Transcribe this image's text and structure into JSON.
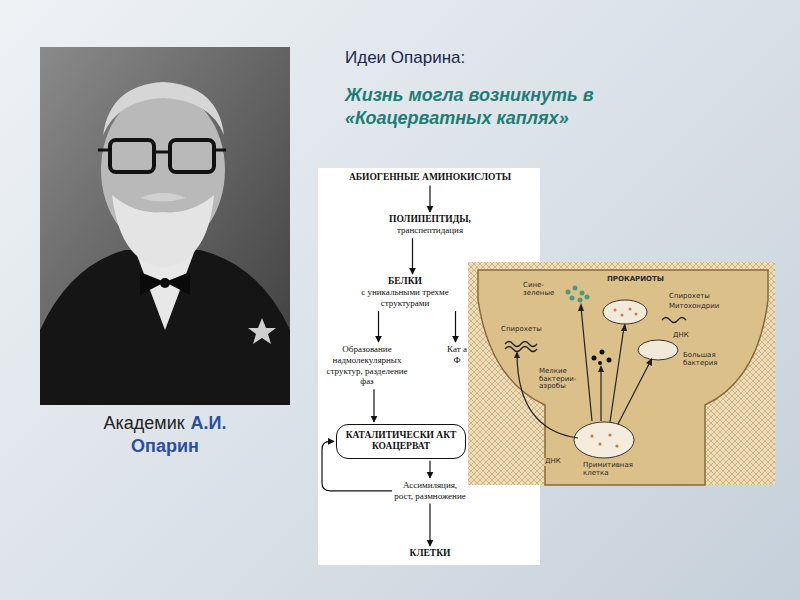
{
  "diagram": {
    "title": "Идеи Опарина:",
    "nodes": [
      {
        "text": [
          "АБИОГЕННЫЕ АМИНОКИСЛОТЫ"
        ]
      },
      {
        "text": [
          "ПОЛИПЕПТИДЫ,",
          "транспептидация"
        ]
      },
      {
        "text": [
          "БЕЛКИ",
          "с уникальными трехме структурами"
        ]
      },
      {
        "text": [
          "Образование надмолекулярных структур, разделение фаз"
        ]
      },
      {
        "text": [
          "Кат а Ф"
        ]
      },
      {
        "text": [
          "КАТАЛИТИЧЕСКИ АКТ КОАЦЕРВАТ"
        ]
      },
      {
        "text": [
          "Ассимиляция, рост, размножение"
        ]
      },
      {
        "text": [
          "КЛЕТКИ"
        ]
      }
    ],
    "edges": [
      {
        "from": 0,
        "to": 1,
        "arrow": "to"
      },
      {
        "from": 1,
        "to": 2,
        "arrow": "to"
      },
      {
        "from": 2,
        "to": 3,
        "arrow": "to"
      },
      {
        "from": 2,
        "to": 4,
        "arrow": "to"
      },
      {
        "from": 3,
        "to": 5,
        "arrow": "to"
      },
      {
        "from": 5,
        "to": 6,
        "arrow": "to"
      },
      {
        "from": 6,
        "to": 5,
        "arrow": "to"
      },
      {
        "from": 6,
        "to": 7,
        "arrow": "to"
      }
    ],
    "labels": [
      "Жизнь могла возникнуть в «Коацерватных каплях»",
      "Академик",
      "А.И. Опарин",
      "Сине-зеленые",
      "ПРОКАРИОТЫ",
      "Спирохеты",
      "Митохондрии",
      "Спирохеты",
      "Мелкие бактерии-аэробы",
      "ДНК",
      "Большая бактерия",
      "ДНК",
      "Примитивная клетка"
    ]
  }
}
